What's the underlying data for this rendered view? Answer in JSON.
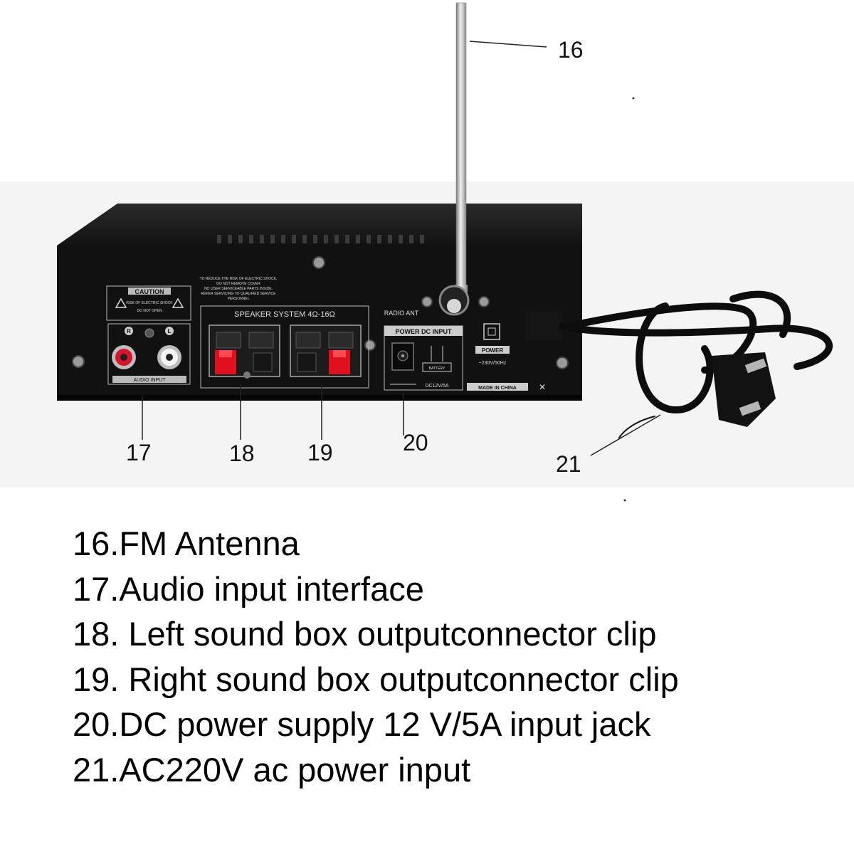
{
  "device": {
    "caution_title": "CAUTION",
    "caution_line1": "RISK OF ELECTRIC SHOCK",
    "caution_line2": "DO NOT OPEN",
    "warning_line1": "TO REDUCE THE RISK OF ELECTRIC SHOCK,",
    "warning_line2": "DO NOT REMOVE COVER",
    "warning_line3": "NO USER SERVICEABLE PARTS INSIDE.",
    "warning_line4": "REFER SERVICING TO QUALIFIED SERVICE",
    "warning_line5": "PERSONNEL",
    "audio_r": "R",
    "audio_l": "L",
    "audio_input": "AUDIO INPUT",
    "speaker_system": "SPEAKER SYSTEM 4Ω-16Ω",
    "radio_ant": "RADIO ANT",
    "power_dc_input": "POWER DC INPUT",
    "battery": "BATTERY",
    "dc_rating": "DC12V/5A",
    "power": "POWER",
    "ac_rating": "~230V/50Hz",
    "made_in": "MADE IN CHINA"
  },
  "callouts": {
    "c16": "16",
    "c17": "17",
    "c18": "18",
    "c19": "19",
    "c20": "20",
    "c21": "21"
  },
  "legend": [
    "16.FM Antenna",
    "17.Audio input interface",
    "18. Left sound box outputconnector clip",
    "19. Right sound box outputconnector clip",
    "20.DC power supply 12 V/5A input jack",
    "21.AC220V ac power input"
  ]
}
